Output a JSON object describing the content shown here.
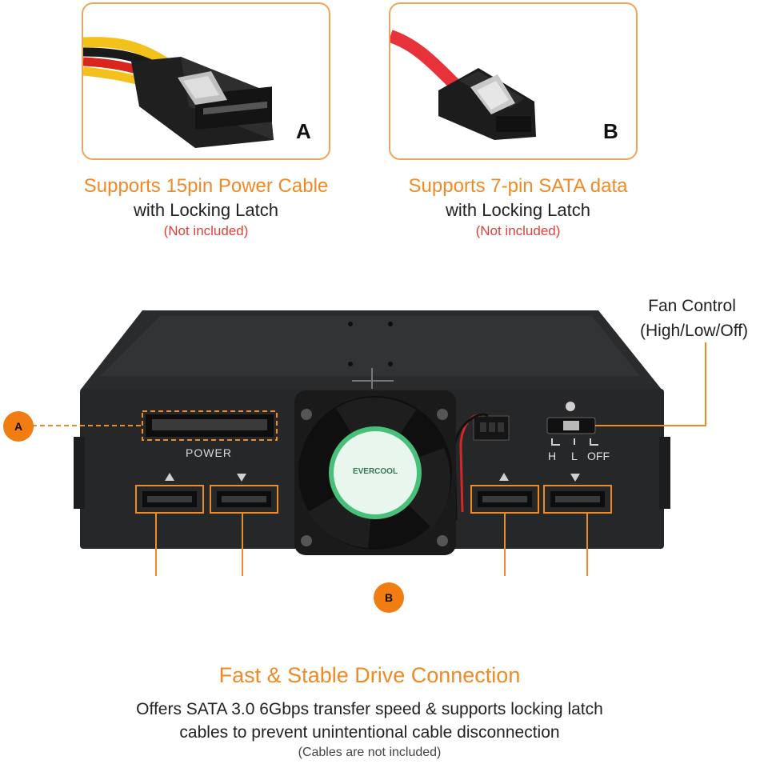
{
  "card_a": {
    "letter": "A",
    "title": "Supports 15pin Power Cable",
    "subtitle": "with Locking Latch",
    "note": "(Not included)"
  },
  "card_b": {
    "letter": "B",
    "title": "Supports 7-pin SATA data",
    "subtitle": "with Locking Latch",
    "note": "(Not included)"
  },
  "device": {
    "power_label": "POWER",
    "switch_labels": {
      "h": "H",
      "l": "L",
      "off": "OFF"
    },
    "fan_sticker_text": "EVERCOOL"
  },
  "fan_control": {
    "line1": "Fan Control",
    "line2": "(High/Low/Off)"
  },
  "markers": {
    "a": "A",
    "b": "B"
  },
  "footer": {
    "title": "Fast & Stable Drive Connection",
    "line1": "Offers SATA 3.0 6Gbps transfer speed & supports locking latch",
    "line2": "cables to prevent unintentional cable disconnection",
    "note": "(Cables are not included)"
  },
  "colors": {
    "accent": "#f08a24",
    "marker": "#f07c12",
    "note_red": "#e0403a",
    "chassis": "#2b2c2e"
  }
}
